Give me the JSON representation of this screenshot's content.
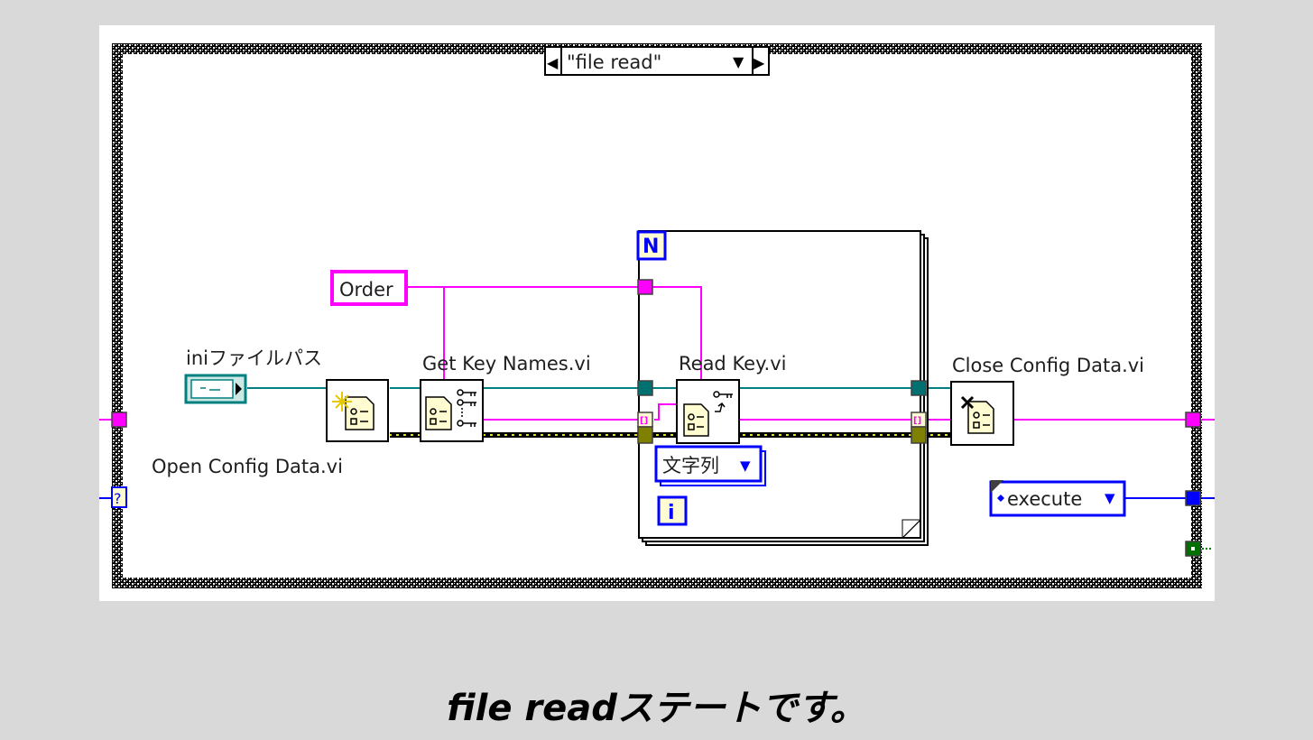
{
  "case_structure": {
    "selector_value": "\"file read\"",
    "decrement_arrow": "◀",
    "increment_arrow": "▶",
    "dropdown_arrow": "▼"
  },
  "labels": {
    "ini_path": "iniファイルパス",
    "open_config": "Open Config Data.vi",
    "get_key_names": "Get Key Names.vi",
    "read_key": "Read Key.vi",
    "close_config": "Close Config Data.vi"
  },
  "constants": {
    "order": "Order",
    "type_selector": "文字列",
    "enum_value": "execute"
  },
  "for_loop": {
    "count_terminal": "N",
    "iteration_terminal": "i"
  },
  "terminals": {
    "case_selector": "?",
    "index_tunnel": "[]"
  },
  "wire_colors": {
    "string": "#ff00ff",
    "refnum": "#008080",
    "error": "#e6e600",
    "enum": "#0000ff",
    "boolean": "#008000",
    "path": "#008080"
  },
  "caption": "file readステートです。"
}
